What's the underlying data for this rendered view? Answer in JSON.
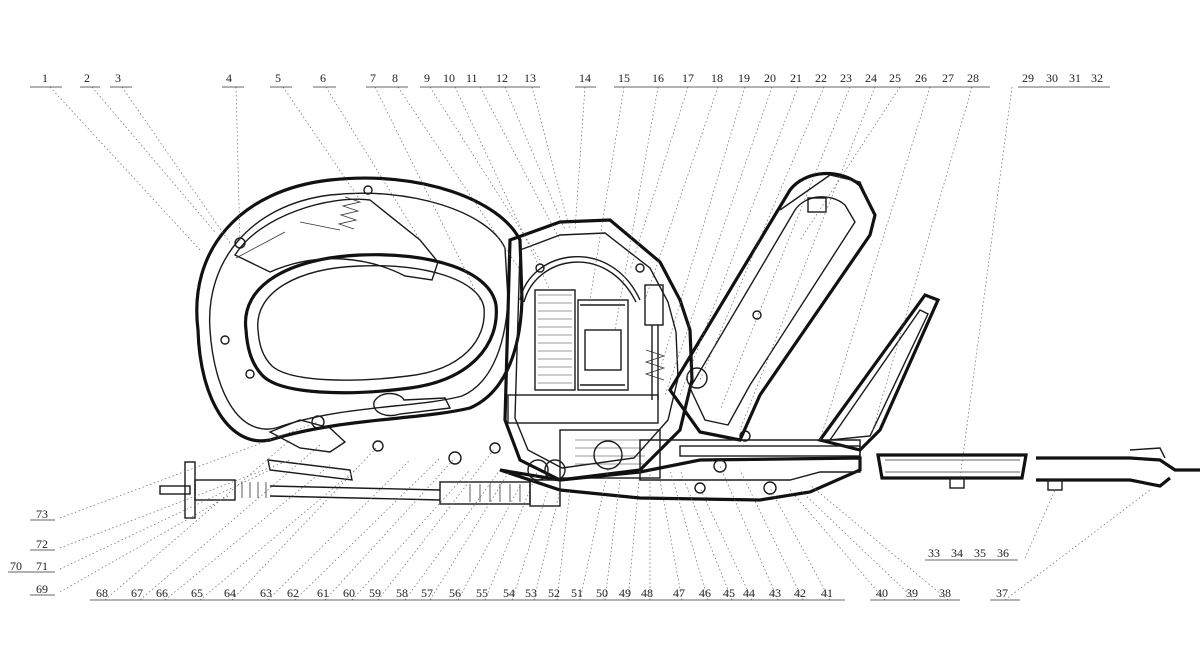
{
  "diagram": {
    "top_labels": [
      "1",
      "2",
      "3",
      "4",
      "5",
      "6",
      "7",
      "8",
      "9",
      "10",
      "11",
      "12",
      "13",
      "14",
      "15",
      "16",
      "17",
      "18",
      "19",
      "20",
      "21",
      "22",
      "23",
      "24",
      "25",
      "26",
      "27",
      "28",
      "29",
      "30",
      "31",
      "32"
    ],
    "bottom_labels": [
      "68",
      "67",
      "66",
      "65",
      "64",
      "63",
      "62",
      "61",
      "60",
      "59",
      "58",
      "57",
      "56",
      "55",
      "54",
      "53",
      "52",
      "51",
      "50",
      "49",
      "48",
      "47",
      "46",
      "45",
      "44",
      "43",
      "42",
      "41",
      "40",
      "39",
      "38",
      "37"
    ],
    "left_labels": [
      "73",
      "72",
      "70",
      "71",
      "69"
    ],
    "right_labels": [
      "33",
      "34",
      "35",
      "36"
    ]
  }
}
